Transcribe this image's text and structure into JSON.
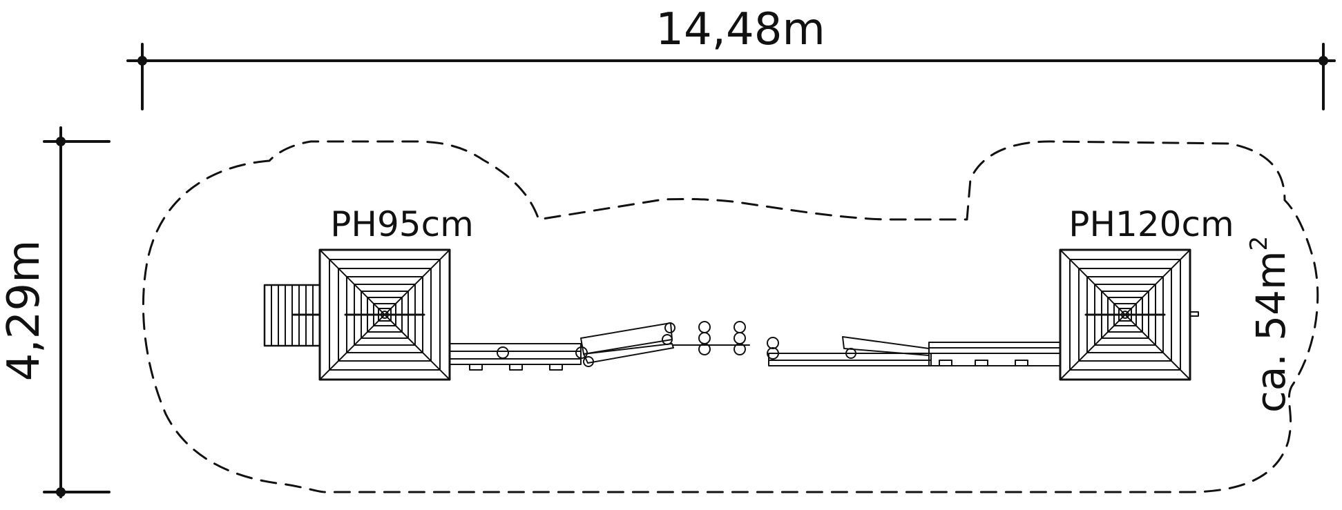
{
  "dimensions": {
    "width_label": "14,48m",
    "height_label": "4,29m"
  },
  "towers": {
    "left_label": "PH95cm",
    "right_label": "PH120cm"
  },
  "area": {
    "label_prefix": "ca. 54m",
    "label_sup": "2"
  },
  "colors": {
    "line": "#111111",
    "background": "#ffffff"
  }
}
